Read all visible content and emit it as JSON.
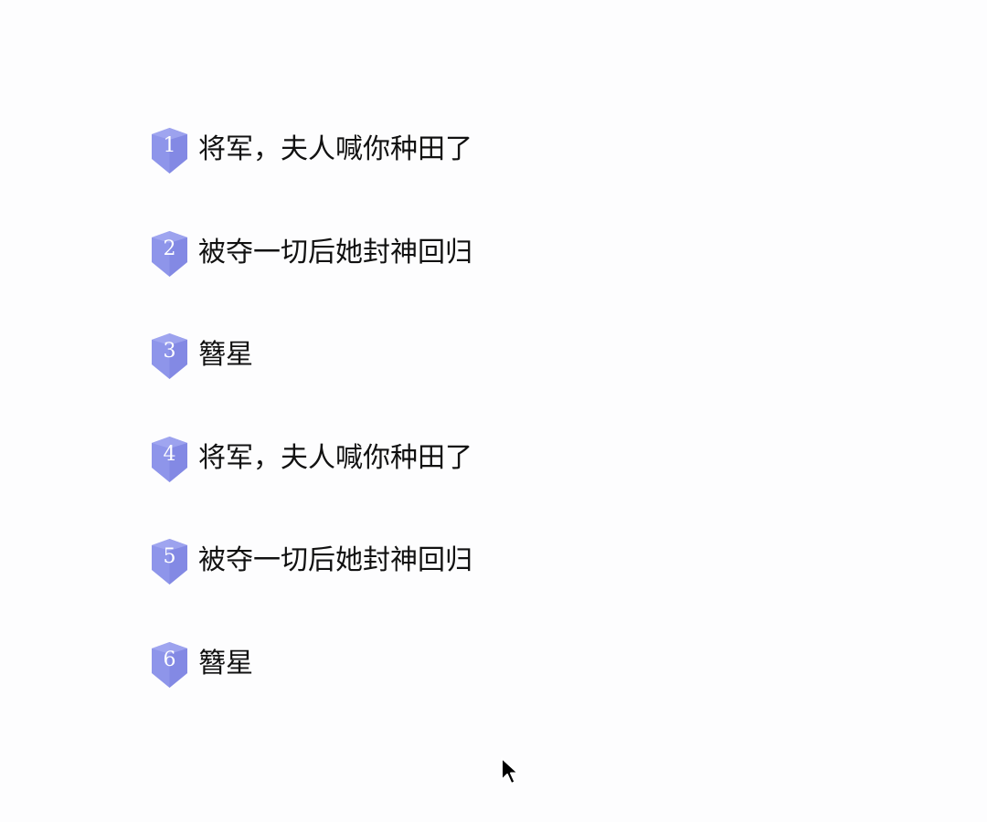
{
  "list": {
    "items": [
      {
        "rank": "1",
        "title": "将军，夫人喊你种田了"
      },
      {
        "rank": "2",
        "title": "被夺一切后她封神回归"
      },
      {
        "rank": "3",
        "title": "簪星"
      },
      {
        "rank": "4",
        "title": "将军，夫人喊你种田了"
      },
      {
        "rank": "5",
        "title": "被夺一切后她封神回归"
      },
      {
        "rank": "6",
        "title": "簪星"
      }
    ]
  },
  "colors": {
    "badge_fill": "#8e95ea",
    "badge_dark": "#7a80de",
    "badge_light": "#a7acf2",
    "badge_text": "#ffffff",
    "title_text": "#111111",
    "background": "#fdfdfe"
  },
  "icons": {
    "badge": "shield-icon",
    "cursor": "mouse-pointer-icon"
  }
}
